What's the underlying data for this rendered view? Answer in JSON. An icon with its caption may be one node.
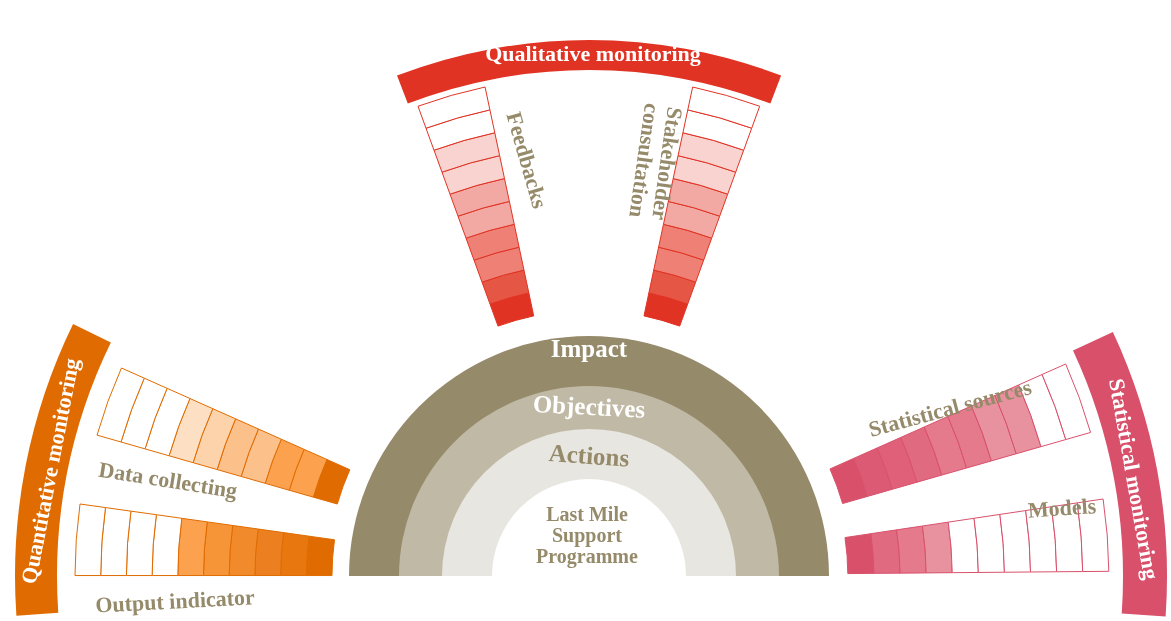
{
  "diagram": {
    "nodes": [
      {
        "text": [
          "Impact"
        ]
      },
      {
        "text": [
          "Objectives"
        ],
        "in": 0
      },
      {
        "text": [
          "Actions"
        ],
        "in": 1
      },
      {
        "text": [
          "Last Mile Support Programme"
        ],
        "in": 2
      },
      {
        "text": [
          "Qualitative monitoring"
        ]
      },
      {
        "text": [
          "Feedbacks"
        ]
      },
      {
        "text": [
          "Stakeholder consultation"
        ]
      },
      {
        "text": [
          "Quantitative monitoring"
        ]
      },
      {
        "text": [
          "Data collecting"
        ]
      },
      {
        "text": [
          "Output indicator"
        ]
      },
      {
        "text": [
          "Statistical monitoring"
        ]
      },
      {
        "text": [
          "Statistical sources"
        ]
      },
      {
        "text": [
          "Models"
        ]
      }
    ]
  }
}
